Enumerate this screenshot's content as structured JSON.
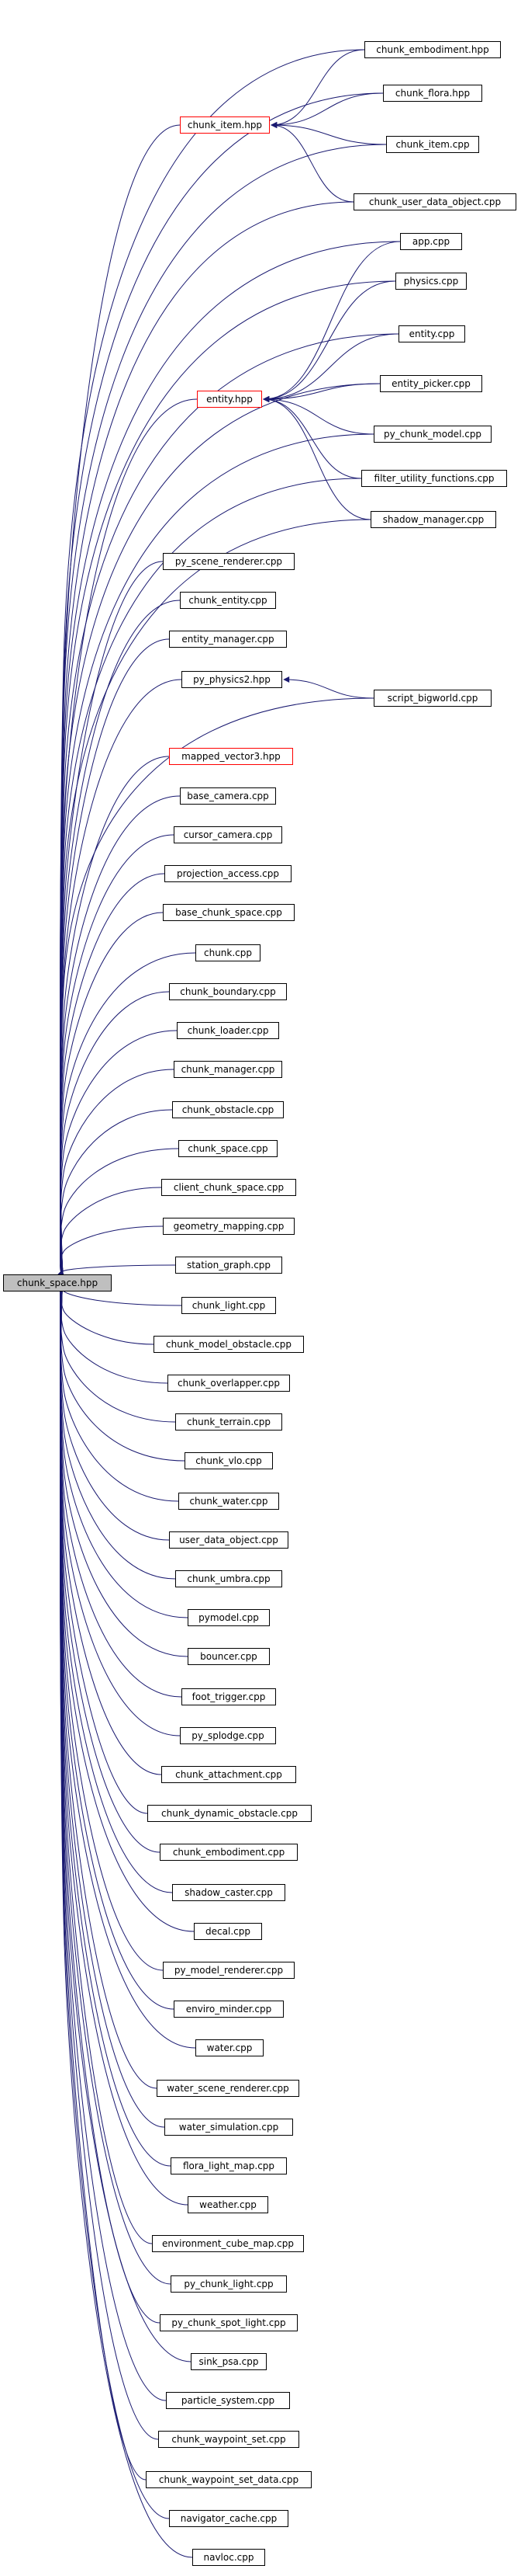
{
  "colors": {
    "edge": "#191970",
    "node_border": "#000000",
    "root_fill": "#bfbfbf",
    "highlight_border": "#ff0000"
  },
  "root": "chunk_space.hpp",
  "nodes": [
    {
      "id": "n_root",
      "label": "chunk_space.hpp",
      "root": true
    },
    {
      "id": "n_chunk_item",
      "label": "chunk_item.hpp",
      "red": true
    },
    {
      "id": "n_entity_hpp",
      "label": "entity.hpp",
      "red": true
    },
    {
      "id": "n_mapped",
      "label": "mapped_vector3.hpp",
      "red": true
    },
    {
      "id": "n_physics2",
      "label": "py_physics2.hpp"
    },
    {
      "id": "n_embodiment_hpp",
      "label": "chunk_embodiment.hpp"
    },
    {
      "id": "n_flora_hpp",
      "label": "chunk_flora.hpp"
    },
    {
      "id": "n_chunk_item_cpp",
      "label": "chunk_item.cpp"
    },
    {
      "id": "n_udo",
      "label": "chunk_user_data_object.cpp"
    },
    {
      "id": "n_app",
      "label": "app.cpp"
    },
    {
      "id": "n_physics",
      "label": "physics.cpp"
    },
    {
      "id": "n_entity_cpp",
      "label": "entity.cpp"
    },
    {
      "id": "n_picker",
      "label": "entity_picker.cpp"
    },
    {
      "id": "n_pycm",
      "label": "py_chunk_model.cpp"
    },
    {
      "id": "n_filter",
      "label": "filter_utility_functions.cpp"
    },
    {
      "id": "n_shadowmgr",
      "label": "shadow_manager.cpp"
    },
    {
      "id": "n_pyscene",
      "label": "py_scene_renderer.cpp"
    },
    {
      "id": "n_chunk_entity",
      "label": "chunk_entity.cpp"
    },
    {
      "id": "n_entity_mgr",
      "label": "entity_manager.cpp"
    },
    {
      "id": "n_bigworld",
      "label": "script_bigworld.cpp"
    },
    {
      "id": "n_base_camera",
      "label": "base_camera.cpp"
    },
    {
      "id": "n_cursor_camera",
      "label": "cursor_camera.cpp"
    },
    {
      "id": "n_proj",
      "label": "projection_access.cpp"
    },
    {
      "id": "n_base_cs",
      "label": "base_chunk_space.cpp"
    },
    {
      "id": "n_chunk",
      "label": "chunk.cpp"
    },
    {
      "id": "n_boundary",
      "label": "chunk_boundary.cpp"
    },
    {
      "id": "n_loader",
      "label": "chunk_loader.cpp"
    },
    {
      "id": "n_manager",
      "label": "chunk_manager.cpp"
    },
    {
      "id": "n_obstacle",
      "label": "chunk_obstacle.cpp"
    },
    {
      "id": "n_space",
      "label": "chunk_space.cpp"
    },
    {
      "id": "n_client_cs",
      "label": "client_chunk_space.cpp"
    },
    {
      "id": "n_geom",
      "label": "geometry_mapping.cpp"
    },
    {
      "id": "n_station",
      "label": "station_graph.cpp"
    },
    {
      "id": "n_light",
      "label": "chunk_light.cpp"
    },
    {
      "id": "n_model_obst",
      "label": "chunk_model_obstacle.cpp"
    },
    {
      "id": "n_overlapper",
      "label": "chunk_overlapper.cpp"
    },
    {
      "id": "n_terrain",
      "label": "chunk_terrain.cpp"
    },
    {
      "id": "n_vlo",
      "label": "chunk_vlo.cpp"
    },
    {
      "id": "n_water_c",
      "label": "chunk_water.cpp"
    },
    {
      "id": "n_udo2",
      "label": "user_data_object.cpp"
    },
    {
      "id": "n_umbra",
      "label": "chunk_umbra.cpp"
    },
    {
      "id": "n_pymodel",
      "label": "pymodel.cpp"
    },
    {
      "id": "n_bouncer",
      "label": "bouncer.cpp"
    },
    {
      "id": "n_foot",
      "label": "foot_trigger.cpp"
    },
    {
      "id": "n_splodge",
      "label": "py_splodge.cpp"
    },
    {
      "id": "n_attach",
      "label": "chunk_attachment.cpp"
    },
    {
      "id": "n_dynobst",
      "label": "chunk_dynamic_obstacle.cpp"
    },
    {
      "id": "n_embod_cpp",
      "label": "chunk_embodiment.cpp"
    },
    {
      "id": "n_shadowc",
      "label": "shadow_caster.cpp"
    },
    {
      "id": "n_decal",
      "label": "decal.cpp"
    },
    {
      "id": "n_pymr",
      "label": "py_model_renderer.cpp"
    },
    {
      "id": "n_enviro",
      "label": "enviro_minder.cpp"
    },
    {
      "id": "n_water",
      "label": "water.cpp"
    },
    {
      "id": "n_water_sr",
      "label": "water_scene_renderer.cpp"
    },
    {
      "id": "n_water_sim",
      "label": "water_simulation.cpp"
    },
    {
      "id": "n_flora_lm",
      "label": "flora_light_map.cpp"
    },
    {
      "id": "n_weather",
      "label": "weather.cpp"
    },
    {
      "id": "n_envcube",
      "label": "environment_cube_map.cpp"
    },
    {
      "id": "n_pylight",
      "label": "py_chunk_light.cpp"
    },
    {
      "id": "n_pyspot",
      "label": "py_chunk_spot_light.cpp"
    },
    {
      "id": "n_sink",
      "label": "sink_psa.cpp"
    },
    {
      "id": "n_particle",
      "label": "particle_system.cpp"
    },
    {
      "id": "n_wps",
      "label": "chunk_waypoint_set.cpp"
    },
    {
      "id": "n_wpsd",
      "label": "chunk_waypoint_set_data.cpp"
    },
    {
      "id": "n_navcache",
      "label": "navigator_cache.cpp"
    },
    {
      "id": "n_navloc",
      "label": "navloc.cpp"
    }
  ],
  "edges": [
    [
      "n_chunk_item",
      "n_root"
    ],
    [
      "n_entity_hpp",
      "n_root"
    ],
    [
      "n_mapped",
      "n_root"
    ],
    [
      "n_physics2",
      "n_root"
    ],
    [
      "n_embodiment_hpp",
      "n_root"
    ],
    [
      "n_flora_hpp",
      "n_root"
    ],
    [
      "n_chunk_item_cpp",
      "n_root"
    ],
    [
      "n_udo",
      "n_root"
    ],
    [
      "n_app",
      "n_root"
    ],
    [
      "n_physics",
      "n_root"
    ],
    [
      "n_entity_cpp",
      "n_root"
    ],
    [
      "n_picker",
      "n_root"
    ],
    [
      "n_pycm",
      "n_root"
    ],
    [
      "n_filter",
      "n_root"
    ],
    [
      "n_shadowmgr",
      "n_root"
    ],
    [
      "n_pyscene",
      "n_root"
    ],
    [
      "n_chunk_entity",
      "n_root"
    ],
    [
      "n_entity_mgr",
      "n_root"
    ],
    [
      "n_bigworld",
      "n_root"
    ],
    [
      "n_base_camera",
      "n_root"
    ],
    [
      "n_cursor_camera",
      "n_root"
    ],
    [
      "n_proj",
      "n_root"
    ],
    [
      "n_base_cs",
      "n_root"
    ],
    [
      "n_chunk",
      "n_root"
    ],
    [
      "n_boundary",
      "n_root"
    ],
    [
      "n_loader",
      "n_root"
    ],
    [
      "n_manager",
      "n_root"
    ],
    [
      "n_obstacle",
      "n_root"
    ],
    [
      "n_space",
      "n_root"
    ],
    [
      "n_client_cs",
      "n_root"
    ],
    [
      "n_geom",
      "n_root"
    ],
    [
      "n_station",
      "n_root"
    ],
    [
      "n_light",
      "n_root"
    ],
    [
      "n_model_obst",
      "n_root"
    ],
    [
      "n_overlapper",
      "n_root"
    ],
    [
      "n_terrain",
      "n_root"
    ],
    [
      "n_vlo",
      "n_root"
    ],
    [
      "n_water_c",
      "n_root"
    ],
    [
      "n_udo2",
      "n_root"
    ],
    [
      "n_umbra",
      "n_root"
    ],
    [
      "n_pymodel",
      "n_root"
    ],
    [
      "n_bouncer",
      "n_root"
    ],
    [
      "n_foot",
      "n_root"
    ],
    [
      "n_splodge",
      "n_root"
    ],
    [
      "n_attach",
      "n_root"
    ],
    [
      "n_dynobst",
      "n_root"
    ],
    [
      "n_embod_cpp",
      "n_root"
    ],
    [
      "n_shadowc",
      "n_root"
    ],
    [
      "n_decal",
      "n_root"
    ],
    [
      "n_pymr",
      "n_root"
    ],
    [
      "n_enviro",
      "n_root"
    ],
    [
      "n_water",
      "n_root"
    ],
    [
      "n_water_sr",
      "n_root"
    ],
    [
      "n_water_sim",
      "n_root"
    ],
    [
      "n_flora_lm",
      "n_root"
    ],
    [
      "n_weather",
      "n_root"
    ],
    [
      "n_envcube",
      "n_root"
    ],
    [
      "n_pylight",
      "n_root"
    ],
    [
      "n_pyspot",
      "n_root"
    ],
    [
      "n_sink",
      "n_root"
    ],
    [
      "n_particle",
      "n_root"
    ],
    [
      "n_wps",
      "n_root"
    ],
    [
      "n_wpsd",
      "n_root"
    ],
    [
      "n_navcache",
      "n_root"
    ],
    [
      "n_navloc",
      "n_root"
    ],
    [
      "n_embodiment_hpp",
      "n_chunk_item"
    ],
    [
      "n_flora_hpp",
      "n_chunk_item"
    ],
    [
      "n_chunk_item_cpp",
      "n_chunk_item"
    ],
    [
      "n_udo",
      "n_chunk_item"
    ],
    [
      "n_app",
      "n_entity_hpp"
    ],
    [
      "n_physics",
      "n_entity_hpp"
    ],
    [
      "n_entity_cpp",
      "n_entity_hpp"
    ],
    [
      "n_picker",
      "n_entity_hpp"
    ],
    [
      "n_pycm",
      "n_entity_hpp"
    ],
    [
      "n_filter",
      "n_entity_hpp"
    ],
    [
      "n_shadowmgr",
      "n_entity_hpp"
    ],
    [
      "n_bigworld",
      "n_physics2"
    ]
  ]
}
